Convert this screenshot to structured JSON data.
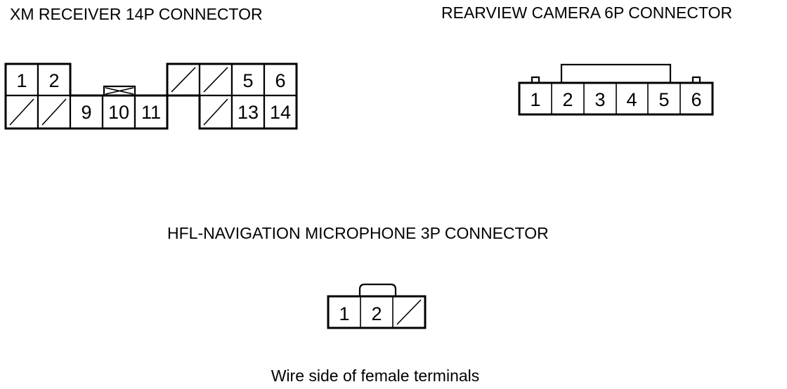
{
  "titles": {
    "xm": "XM RECEIVER 14P CONNECTOR",
    "cam": "REARVIEW CAMERA 6P CONNECTOR",
    "mic": "HFL-NAVIGATION MICROPHONE 3P CONNECTOR"
  },
  "footer": "Wire side of female terminals",
  "xm": {
    "top_row": [
      "1",
      "2",
      "",
      "",
      "",
      "",
      "",
      "",
      "",
      "5",
      "6"
    ],
    "pins": {
      "p1": "1",
      "p2": "2",
      "p5": "5",
      "p6": "6",
      "p9": "9",
      "p10": "10",
      "p11": "11",
      "p13": "13",
      "p14": "14"
    }
  },
  "cam": {
    "pins": [
      "1",
      "2",
      "3",
      "4",
      "5",
      "6"
    ]
  },
  "mic": {
    "pins": [
      "1",
      "2"
    ]
  }
}
